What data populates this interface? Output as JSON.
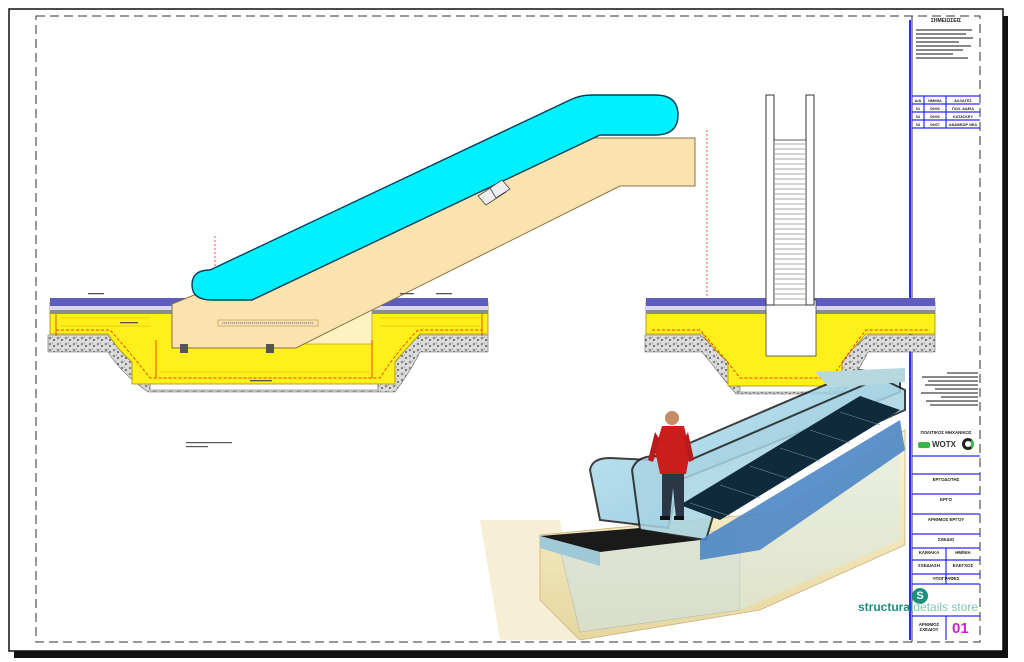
{
  "title_block": {
    "notes_title": "ΣΗΜΕΙΩΣΕΙΣ",
    "revisions_header": [
      "Α/Α",
      "ΗΜ/ΝΙΑ",
      "ΑΛΛΑΓΕΣ"
    ],
    "revisions": [
      [
        "01",
        "06/06",
        "ΠΟΛ. ΑΔΕΙΑ"
      ],
      [
        "02",
        "06/06",
        "ΚΑΤΑΣΚΕΥ"
      ],
      [
        "03",
        "09/07",
        "ΑΝΑΘΕΩΡ ΝΕΑ"
      ]
    ],
    "designer_label": "ΠΟΛΙΤΙΚΟΣ ΜΗΧΑΝΙΚΟΣ",
    "logo_text": "WOTX",
    "owner_label": "ΕΡΓΟΔΟΤΗΣ",
    "project_label": "ΕΡΓΟ",
    "project_no_label": "ΑΡΙΘΜΟΣ ΕΡΓΟΥ",
    "drawing_label": "ΣΧΕΔΙΟ",
    "code_label": "ΚΛΙΜΑΚΑ",
    "date_label": "ΗΜ/ΝΙΑ",
    "drawn_label": "ΣΧΕΔΙΑΣΗ",
    "check_label": "ΕΛΕΓΧΟΣ",
    "signatures_label": "ΥΠΟΓΡΑΦΕΣ",
    "sheet_label_line1": "ΑΡΙΘΜΟΣ",
    "sheet_label_line2": "ΣΧΕΔΙΟΥ",
    "sheet_number": "01"
  },
  "brand": {
    "bold": "structural",
    "light": "details store"
  },
  "colors": {
    "handrail": "#00f0ff",
    "truss": "#fbe3b0",
    "concrete": "#ffef1a",
    "accent": "#ff0000",
    "tb_line": "#3030ff",
    "brand": "#1c8f7e"
  },
  "icons": [
    "logo-icon",
    "structural-details-store-icon"
  ]
}
